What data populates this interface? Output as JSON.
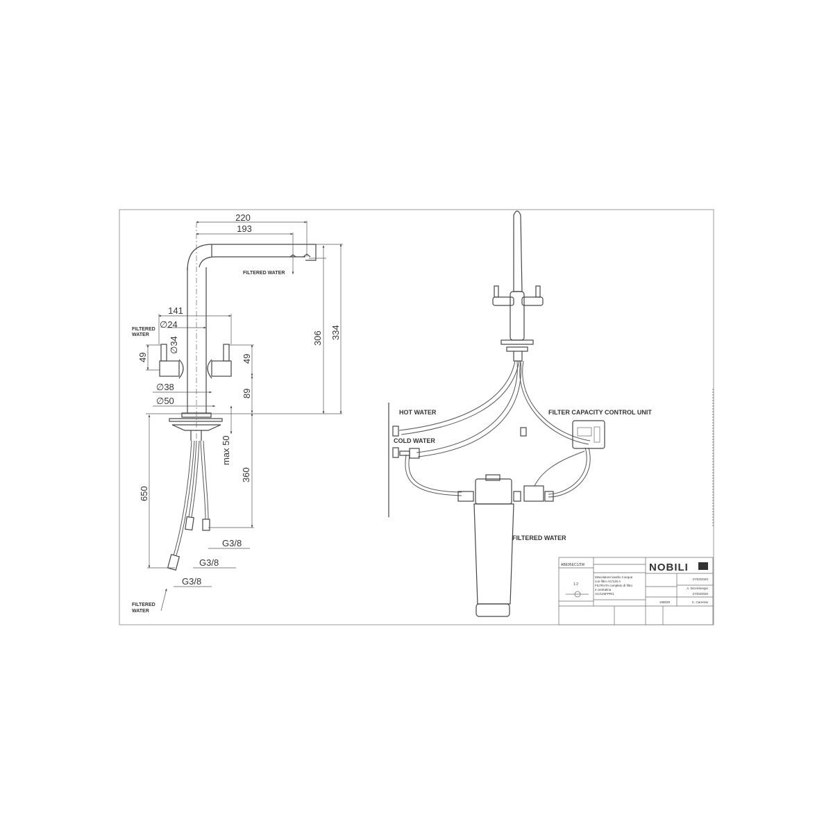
{
  "left_view": {
    "dims": {
      "d220": "220",
      "d193": "193",
      "d141": "141",
      "d24": "∅24",
      "d34": "∅34",
      "d49_left": "49",
      "d49_right": "49",
      "d38": "∅38",
      "d50": "∅50",
      "d89": "89",
      "d306": "306",
      "d334": "334",
      "dmax50": "max 50",
      "d360": "360",
      "d650": "650",
      "g1": "G3/8",
      "g2": "G3/8",
      "g3": "G3/8"
    },
    "labels": {
      "spout_outlet": "FILTERED WATER",
      "handle": "FILTERED\nWATER",
      "handle_l1": "FILTERED",
      "handle_l2": "WATER",
      "inlet_l1": "FILTERED",
      "inlet_l2": "WATER"
    }
  },
  "right_view": {
    "labels": {
      "hot": "HOT WATER",
      "cold": "COLD WATER",
      "control_unit": "FILTER CAPACITY CONTROL UNIT",
      "filtered": "FILTERED WATER"
    }
  },
  "title_block": {
    "brand": "NOBILI",
    "code": "ABE95EC1/2W",
    "scale": "1:2",
    "desc": [
      "Miscelatore lavello 3 acque",
      "con filtro AC/126.A",
      "FILTRATA completo di filtro",
      "e centralina",
      "AC/126FPR/1"
    ],
    "date1": "27/03/2020",
    "author1": "A. Dicembregio",
    "date2": "27/03/2020",
    "author2": "C. Carreras",
    "num": "168028"
  }
}
